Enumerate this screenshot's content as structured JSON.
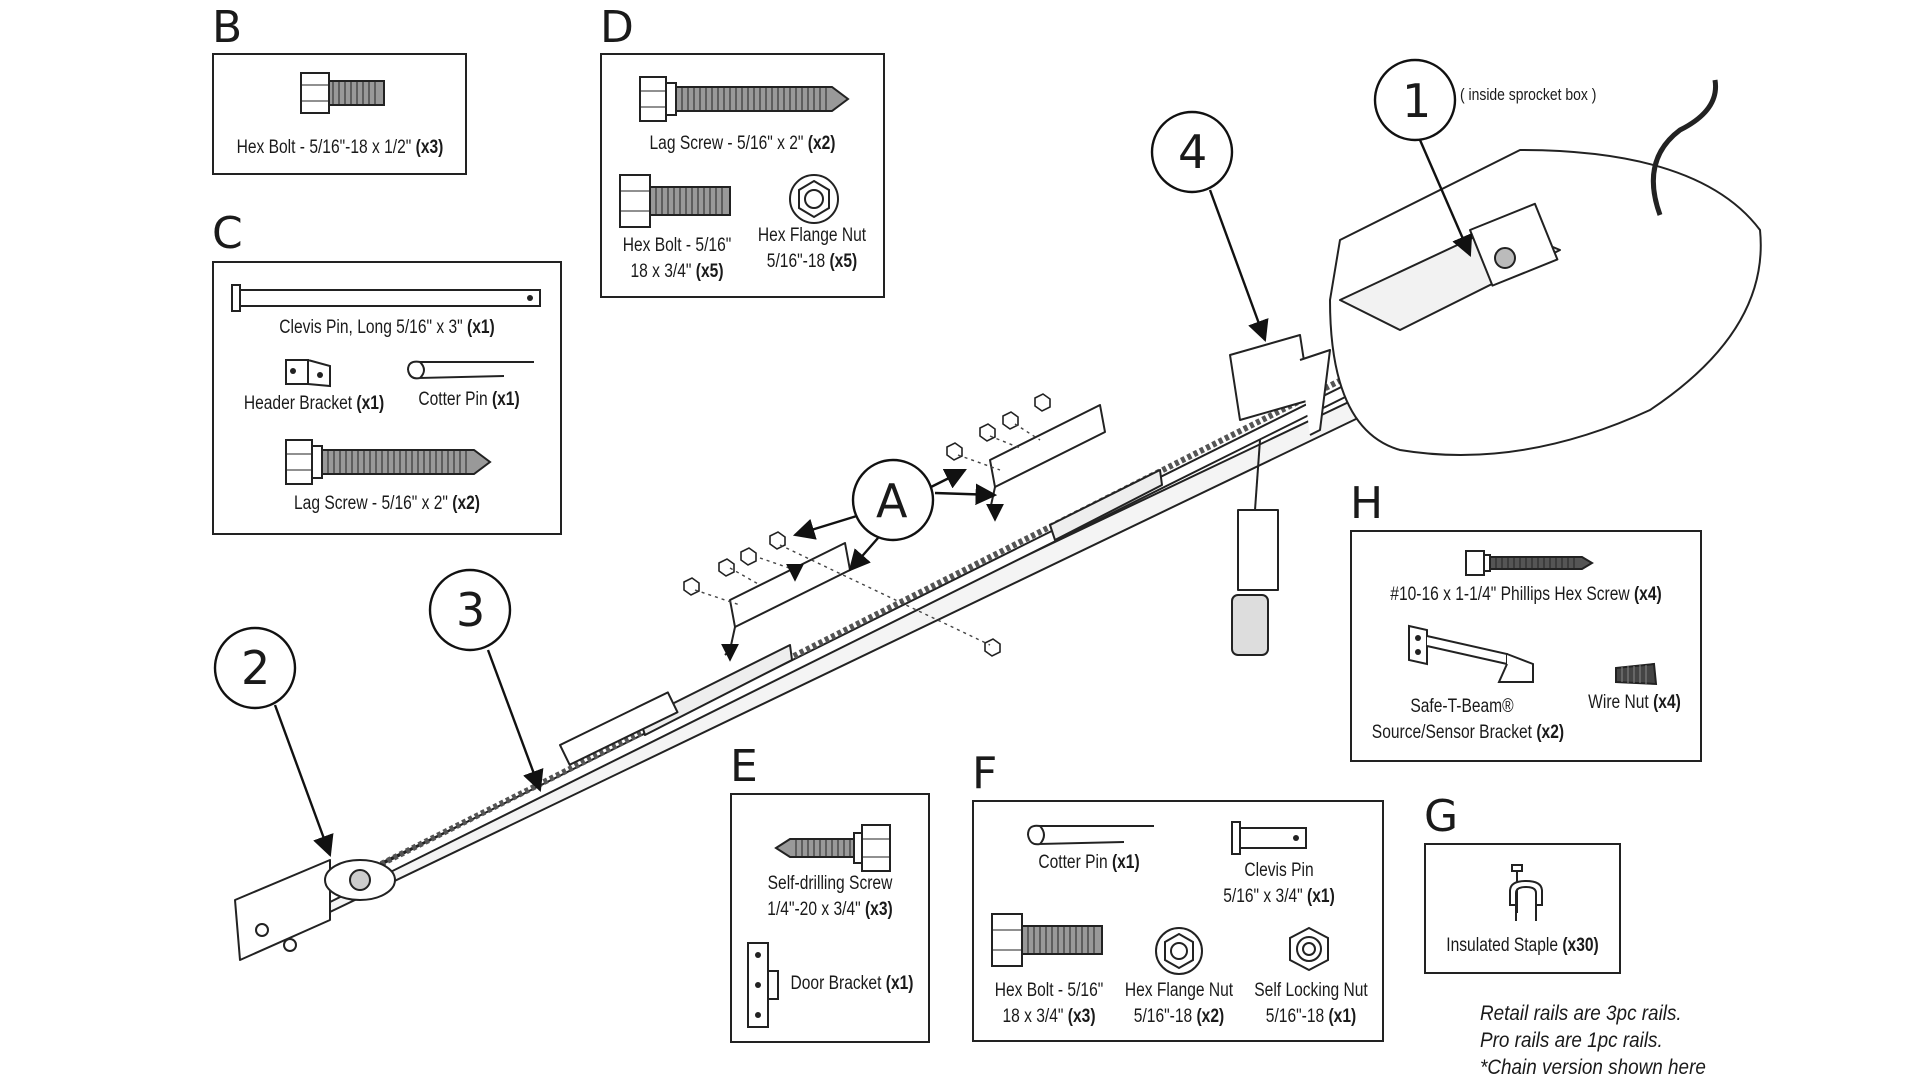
{
  "callouts": {
    "a": "A",
    "n1": "1",
    "n1_note": "( inside sprocket box )",
    "n2": "2",
    "n3": "3",
    "n4": "4"
  },
  "groups": {
    "b": {
      "letter": "B",
      "items": [
        {
          "name": "Hex Bolt - 5/16\"-18 x 1/2\"",
          "qty": "(x3)"
        }
      ]
    },
    "c": {
      "letter": "C",
      "items": [
        {
          "name": "Clevis Pin, Long 5/16\" x 3\"",
          "qty": "(x1)"
        },
        {
          "name": "Header Bracket",
          "qty": "(x1)"
        },
        {
          "name": "Cotter Pin",
          "qty": "(x1)"
        },
        {
          "name": "Lag Screw - 5/16\" x 2\"",
          "qty": "(x2)"
        }
      ]
    },
    "d": {
      "letter": "D",
      "items": [
        {
          "name": "Lag Screw - 5/16\" x 2\"",
          "qty": "(x2)"
        },
        {
          "name_l1": "Hex Bolt - 5/16\"",
          "name_l2": "18 x 3/4\"",
          "qty": "(x5)"
        },
        {
          "name_l1": "Hex Flange Nut",
          "name_l2": "5/16\"-18",
          "qty": "(x5)"
        }
      ]
    },
    "e": {
      "letter": "E",
      "items": [
        {
          "name_l1": "Self-drilling Screw",
          "name_l2": "1/4\"-20 x 3/4\"",
          "qty": "(x3)"
        },
        {
          "name": "Door Bracket",
          "qty": "(x1)"
        }
      ]
    },
    "f": {
      "letter": "F",
      "items": [
        {
          "name": "Cotter Pin",
          "qty": "(x1)"
        },
        {
          "name_l1": "Clevis Pin",
          "name_l2": "5/16\" x 3/4\"",
          "qty": "(x1)"
        },
        {
          "name_l1": "Hex Bolt - 5/16\"",
          "name_l2": "18 x 3/4\"",
          "qty": "(x3)"
        },
        {
          "name_l1": "Hex Flange Nut",
          "name_l2": "5/16\"-18",
          "qty": "(x2)"
        },
        {
          "name_l1": "Self Locking Nut",
          "name_l2": "5/16\"-18",
          "qty": "(x1)"
        }
      ]
    },
    "g": {
      "letter": "G",
      "items": [
        {
          "name": "Insulated Staple",
          "qty": "(x30)"
        }
      ]
    },
    "h": {
      "letter": "H",
      "items": [
        {
          "name": "#10-16 x 1-1/4\" Phillips Hex Screw",
          "qty": "(x4)"
        },
        {
          "name_l1": "Safe-T-Beam®",
          "name_l2": "Source/Sensor Bracket",
          "qty": "(x2)"
        },
        {
          "name": "Wire Nut",
          "qty": "(x4)"
        }
      ]
    }
  },
  "notes": [
    "Retail rails are 3pc rails.",
    "Pro rails are 1pc rails.",
    "*Chain version shown here"
  ]
}
